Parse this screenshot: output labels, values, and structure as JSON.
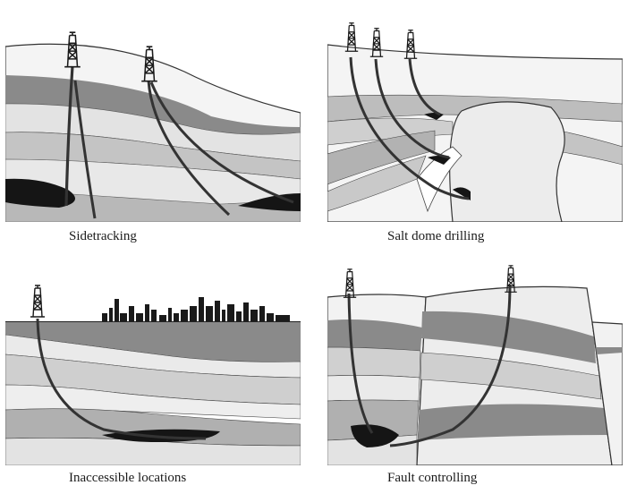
{
  "panels": [
    {
      "id": "sidetracking",
      "caption": "Sidetracking"
    },
    {
      "id": "salt-dome",
      "caption": "Salt dome drilling"
    },
    {
      "id": "inaccessible",
      "caption": "Inaccessible locations"
    },
    {
      "id": "fault",
      "caption": "Fault controlling"
    }
  ],
  "colors": {
    "ink": "#2a2a2a",
    "light": "#e6e6e6",
    "pale": "#f2f2f2",
    "mid": "#b5b5b5",
    "dark": "#858585",
    "black": "#141414"
  }
}
